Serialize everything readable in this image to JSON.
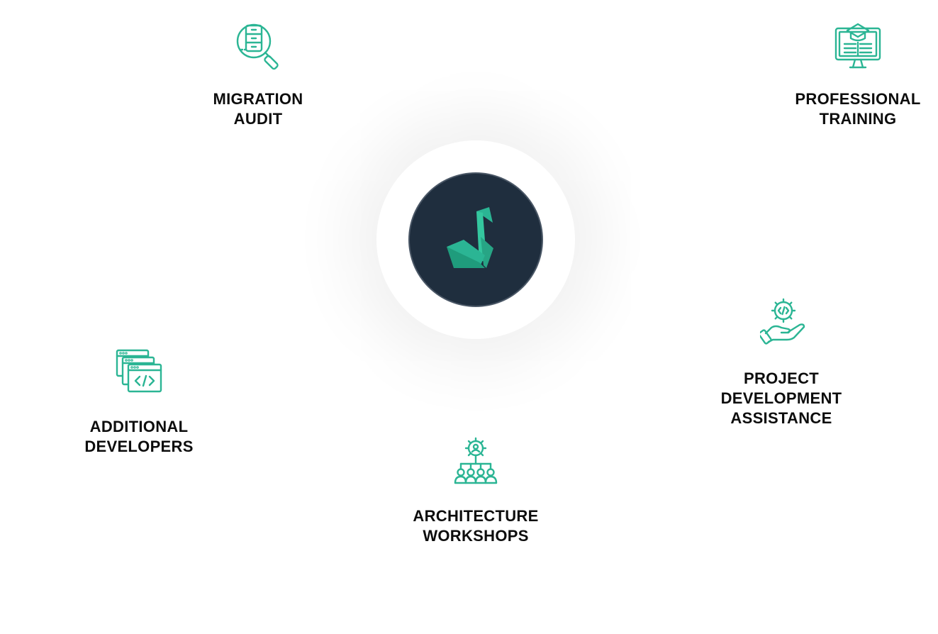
{
  "colors": {
    "accent": "#2bb594",
    "disc": "#1f2e3e",
    "text": "#0d0d0d"
  },
  "center": {
    "logo_icon": "swan-logo-icon"
  },
  "nodes": [
    {
      "id": "migration-audit",
      "label": "MIGRATION\nAUDIT",
      "icon": "document-search-icon"
    },
    {
      "id": "professional-training",
      "label": "PROFESSIONAL\nTRAINING",
      "icon": "monitor-graduation-icon"
    },
    {
      "id": "project-development-assistance",
      "label": "PROJECT\nDEVELOPMENT\nASSISTANCE",
      "icon": "hand-gear-code-icon"
    },
    {
      "id": "architecture-workshops",
      "label": "ARCHITECTURE\nWORKSHOPS",
      "icon": "gear-team-icon"
    },
    {
      "id": "additional-developers",
      "label": "ADDITIONAL\nDEVELOPERS",
      "icon": "code-windows-icon"
    }
  ]
}
